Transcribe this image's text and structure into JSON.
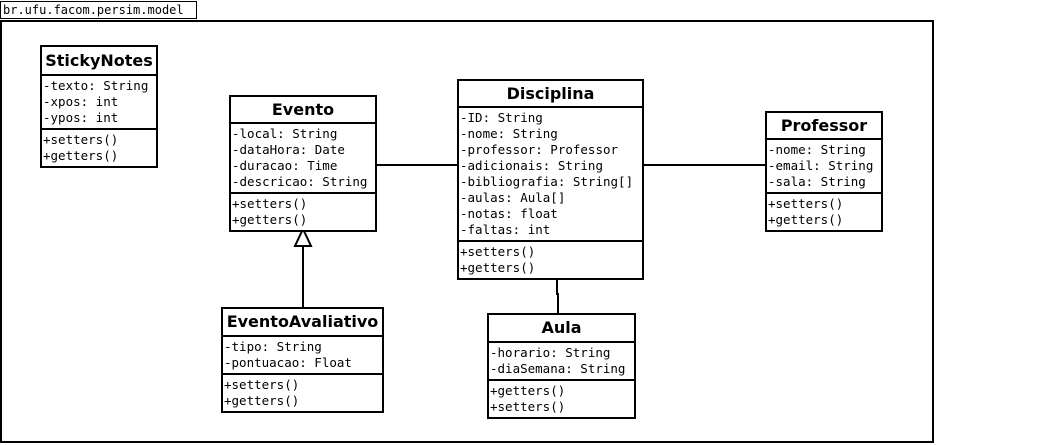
{
  "package": {
    "name": "br.ufu.facom.persim.model"
  },
  "classes": {
    "stickynotes": {
      "name": "StickyNotes",
      "attributes": [
        "-texto: String",
        "-xpos: int",
        "-ypos: int"
      ],
      "operations": [
        "+setters()",
        "+getters()"
      ]
    },
    "evento": {
      "name": "Evento",
      "attributes": [
        "-local: String",
        "-dataHora: Date",
        "-duracao: Time",
        "-descricao: String"
      ],
      "operations": [
        "+setters()",
        "+getters()"
      ]
    },
    "disciplina": {
      "name": "Disciplina",
      "attributes": [
        "-ID: String",
        "-nome: String",
        "-professor: Professor",
        "-adicionais: String",
        "-bibliografia: String[]",
        "-aulas: Aula[]",
        "-notas: float",
        "-faltas: int"
      ],
      "operations": [
        "+setters()",
        "+getters()"
      ]
    },
    "professor": {
      "name": "Professor",
      "attributes": [
        "-nome: String",
        "-email: String",
        "-sala: String"
      ],
      "operations": [
        "+setters()",
        "+getters()"
      ]
    },
    "eventoavaliativo": {
      "name": "EventoAvaliativo",
      "attributes": [
        "-tipo: String",
        "-pontuacao: Float"
      ],
      "operations": [
        "+setters()",
        "+getters()"
      ]
    },
    "aula": {
      "name": "Aula",
      "attributes": [
        "-horario: String",
        "-diaSemana: String"
      ],
      "operations": [
        "+getters()",
        "+setters()"
      ]
    }
  },
  "relationships": [
    {
      "type": "association",
      "from": "evento",
      "to": "disciplina"
    },
    {
      "type": "association",
      "from": "disciplina",
      "to": "professor"
    },
    {
      "type": "association",
      "from": "disciplina",
      "to": "aula"
    },
    {
      "type": "generalization",
      "from": "eventoavaliativo",
      "to": "evento"
    }
  ]
}
